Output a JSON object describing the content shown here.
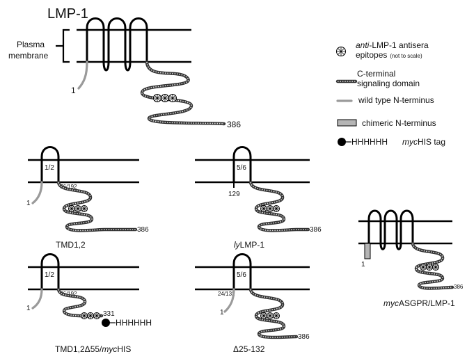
{
  "main_title": "LMP-1",
  "plasma_membrane_label_line1": "Plasma",
  "plasma_membrane_label_line2": "membrane",
  "full_length": {
    "start_label": "1",
    "end_label": "386"
  },
  "legend": {
    "epitopes_line1_em": "anti",
    "epitopes_line1_rest": "-LMP-1 antisera",
    "epitopes_line2": "epitopes",
    "epitopes_note": "(not to scale)",
    "cterm_line1": "C-terminal",
    "cterm_line2": "signaling domain",
    "wt_nterm": "wild type N-terminus",
    "chimeric_nterm": "chimeric N-terminus",
    "his_seq": "HHHHHH",
    "tag_em": "myc",
    "tag_rest": "HIS tag"
  },
  "constructs": [
    {
      "id": "tmd12",
      "name": "TMD1,2",
      "loop_label": "1/2",
      "junction": "76/192",
      "start": "1",
      "end": "386"
    },
    {
      "id": "lylmp1",
      "name_em": "ly",
      "name_rest": "LMP-1",
      "loop_label": "5/6",
      "junction": "129",
      "end": "386"
    },
    {
      "id": "mycasgpr",
      "name_em": "myc",
      "name_rest": "ASGPR/LMP-1",
      "start": "1",
      "end": "386"
    },
    {
      "id": "tmd12d55",
      "name_pre": "TMD1,2Δ55/",
      "name_em": "myc",
      "name_rest": "HIS",
      "loop_label": "1/2",
      "junction": "76/192",
      "start": "1",
      "end": "331",
      "his": "HHHHHH"
    },
    {
      "id": "d25_132",
      "name": "Δ25-132",
      "loop_label": "5/6",
      "junction": "24/132",
      "start": "1",
      "end": "386"
    }
  ]
}
